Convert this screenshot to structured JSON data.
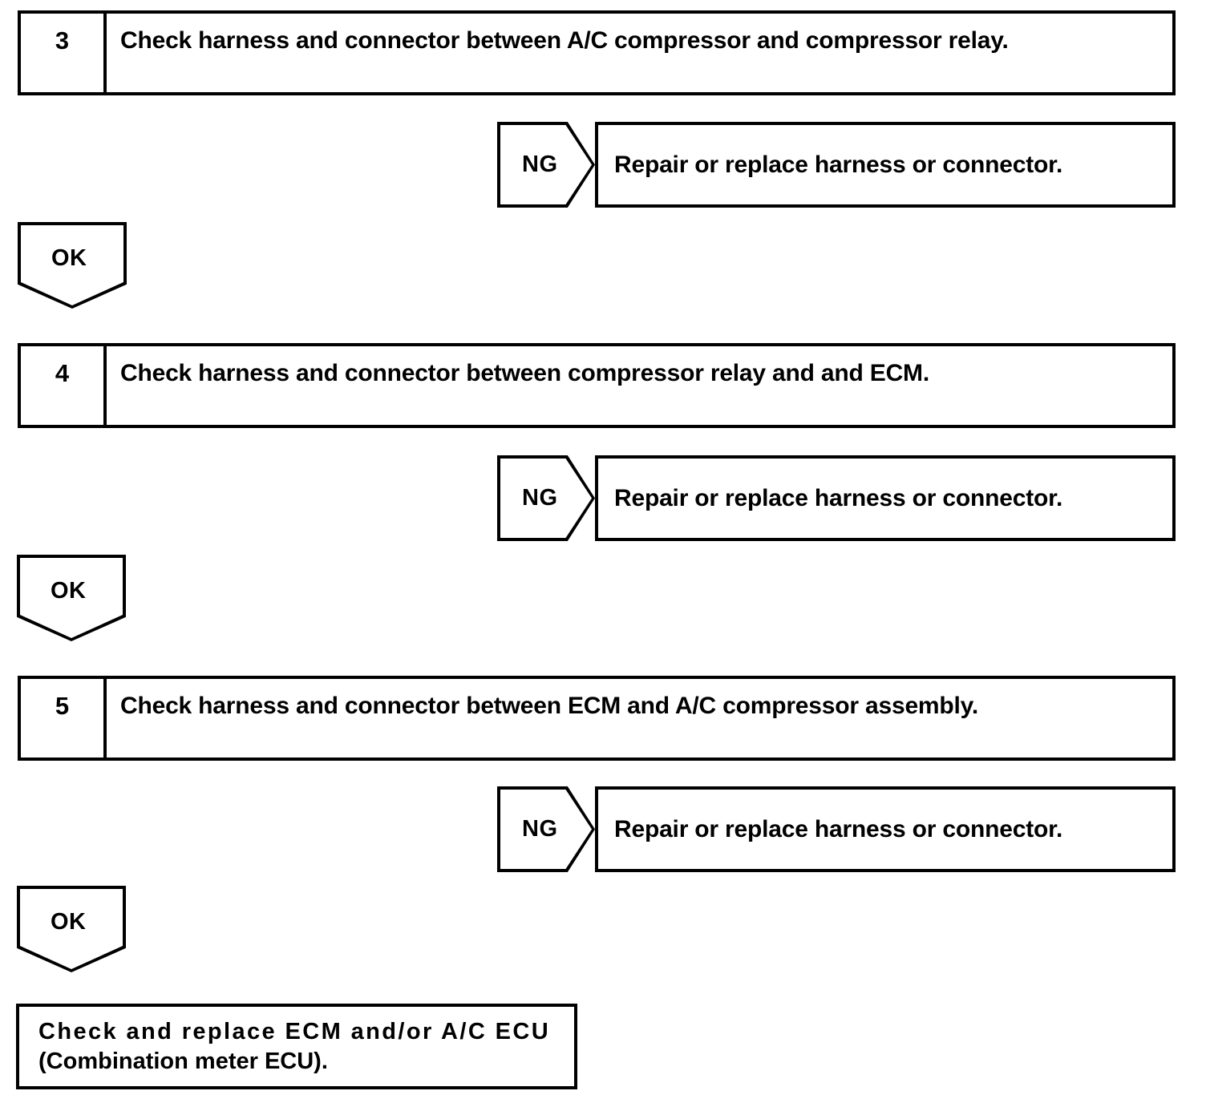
{
  "diagram": {
    "type": "troubleshooting-flowchart",
    "steps": [
      {
        "number": "3",
        "instruction": "Check harness and connector between A/C compressor and compressor relay.",
        "fail_branch": {
          "label": "NG",
          "action": "Repair or replace harness or connector."
        },
        "pass_branch": {
          "label": "OK"
        }
      },
      {
        "number": "4",
        "instruction": "Check harness and connector between compressor relay and and ECM.",
        "fail_branch": {
          "label": "NG",
          "action": "Repair or replace harness or connector."
        },
        "pass_branch": {
          "label": "OK"
        }
      },
      {
        "number": "5",
        "instruction": "Check harness and connector between ECM and A/C compressor assembly.",
        "fail_branch": {
          "label": "NG",
          "action": "Repair or replace harness or connector."
        },
        "pass_branch": {
          "label": "OK"
        }
      }
    ],
    "conclusion": {
      "line1": "Check and replace ECM and/or A/C ECU",
      "line2": "(Combination meter ECU)."
    },
    "colors": {
      "stroke": "#000000",
      "fill": "#ffffff",
      "text": "#000000"
    }
  }
}
